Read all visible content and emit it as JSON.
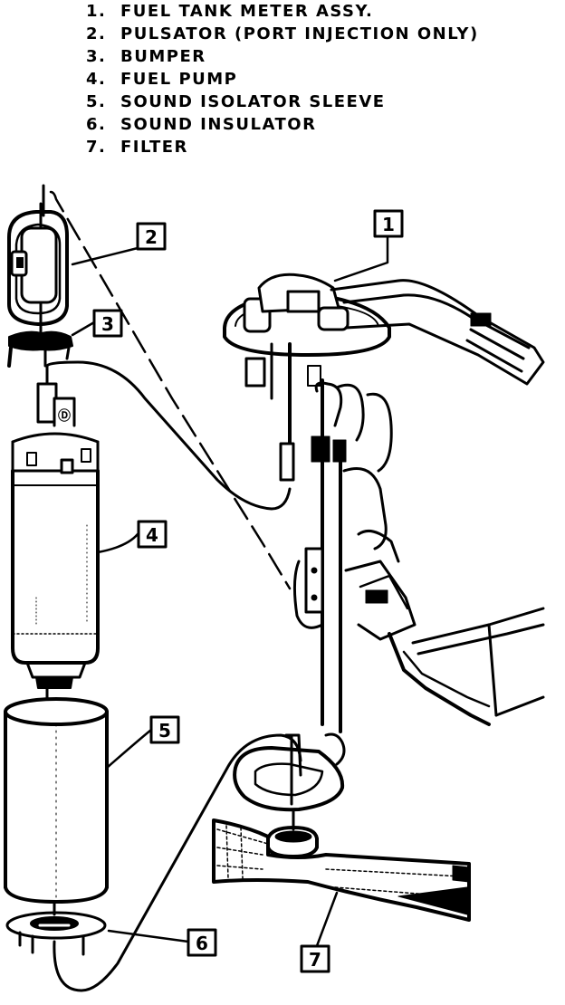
{
  "legend": [
    {
      "num": "1.",
      "label": "FUEL TANK METER ASSY."
    },
    {
      "num": "2.",
      "label": "PULSATOR (PORT INJECTION ONLY)"
    },
    {
      "num": "3.",
      "label": "BUMPER"
    },
    {
      "num": "4.",
      "label": "FUEL PUMP"
    },
    {
      "num": "5.",
      "label": "SOUND ISOLATOR SLEEVE"
    },
    {
      "num": "6.",
      "label": "SOUND INSULATOR"
    },
    {
      "num": "7.",
      "label": "FILTER"
    }
  ],
  "callouts": [
    "1",
    "2",
    "3",
    "4",
    "5",
    "6",
    "7"
  ],
  "colors": {
    "ink": "#000000",
    "paper": "#ffffff"
  }
}
